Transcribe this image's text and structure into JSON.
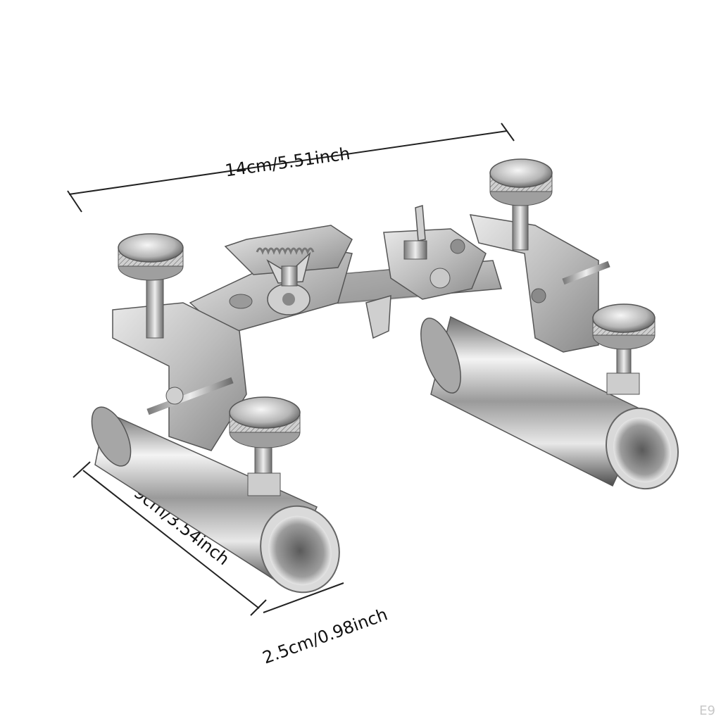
{
  "dimensions": {
    "width_label": "14cm/5.51inch",
    "length_label": "9cm/3.54inch",
    "diameter_label": "2.5cm/0.98inch"
  },
  "corner_mark": "E9",
  "colors": {
    "background": "#ffffff",
    "dimension_line": "#222222",
    "metal_light": "#f2f2f2",
    "metal_mid": "#b9b9b9",
    "metal_dark": "#5a5a5a"
  }
}
